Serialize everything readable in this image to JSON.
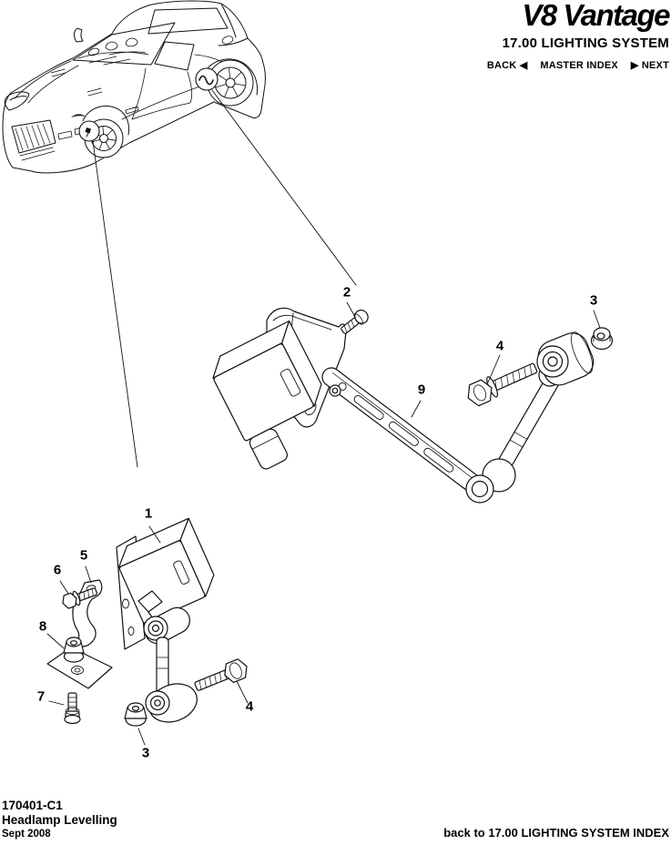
{
  "header": {
    "logo_text": "V8 Vantage",
    "section_title": "17.00 LIGHTING SYSTEM",
    "nav": {
      "back": "BACK",
      "back_arrow": "◀",
      "master_index": "MASTER INDEX",
      "next_arrow": "▶",
      "next": "NEXT"
    }
  },
  "diagram": {
    "callouts": [
      {
        "id": "upper-screw",
        "number": "2"
      },
      {
        "id": "upper-flange-nut",
        "number": "3"
      },
      {
        "id": "upper-flange-bolt",
        "number": "4"
      },
      {
        "id": "levelling-arm",
        "number": "9"
      },
      {
        "id": "front-sensor",
        "number": "1"
      },
      {
        "id": "front-bracket-tab",
        "number": "5"
      },
      {
        "id": "front-bolt",
        "number": "6"
      },
      {
        "id": "front-nut",
        "number": "8"
      },
      {
        "id": "front-screw",
        "number": "7"
      },
      {
        "id": "lower-flange-bolt",
        "number": "4"
      },
      {
        "id": "lower-flange-nut",
        "number": "3"
      }
    ],
    "icons": {
      "rear_sensor_callout": "wave-squiggle-symbol",
      "front_sensor_callout": "sensor-dot-symbol"
    },
    "line_color": "#111111",
    "fill_color": "#ffffff"
  },
  "footer": {
    "part_number": "170401-C1",
    "title": "Headlamp Levelling",
    "date": "Sept 2008",
    "back_link": "back to 17.00 LIGHTING SYSTEM INDEX"
  }
}
